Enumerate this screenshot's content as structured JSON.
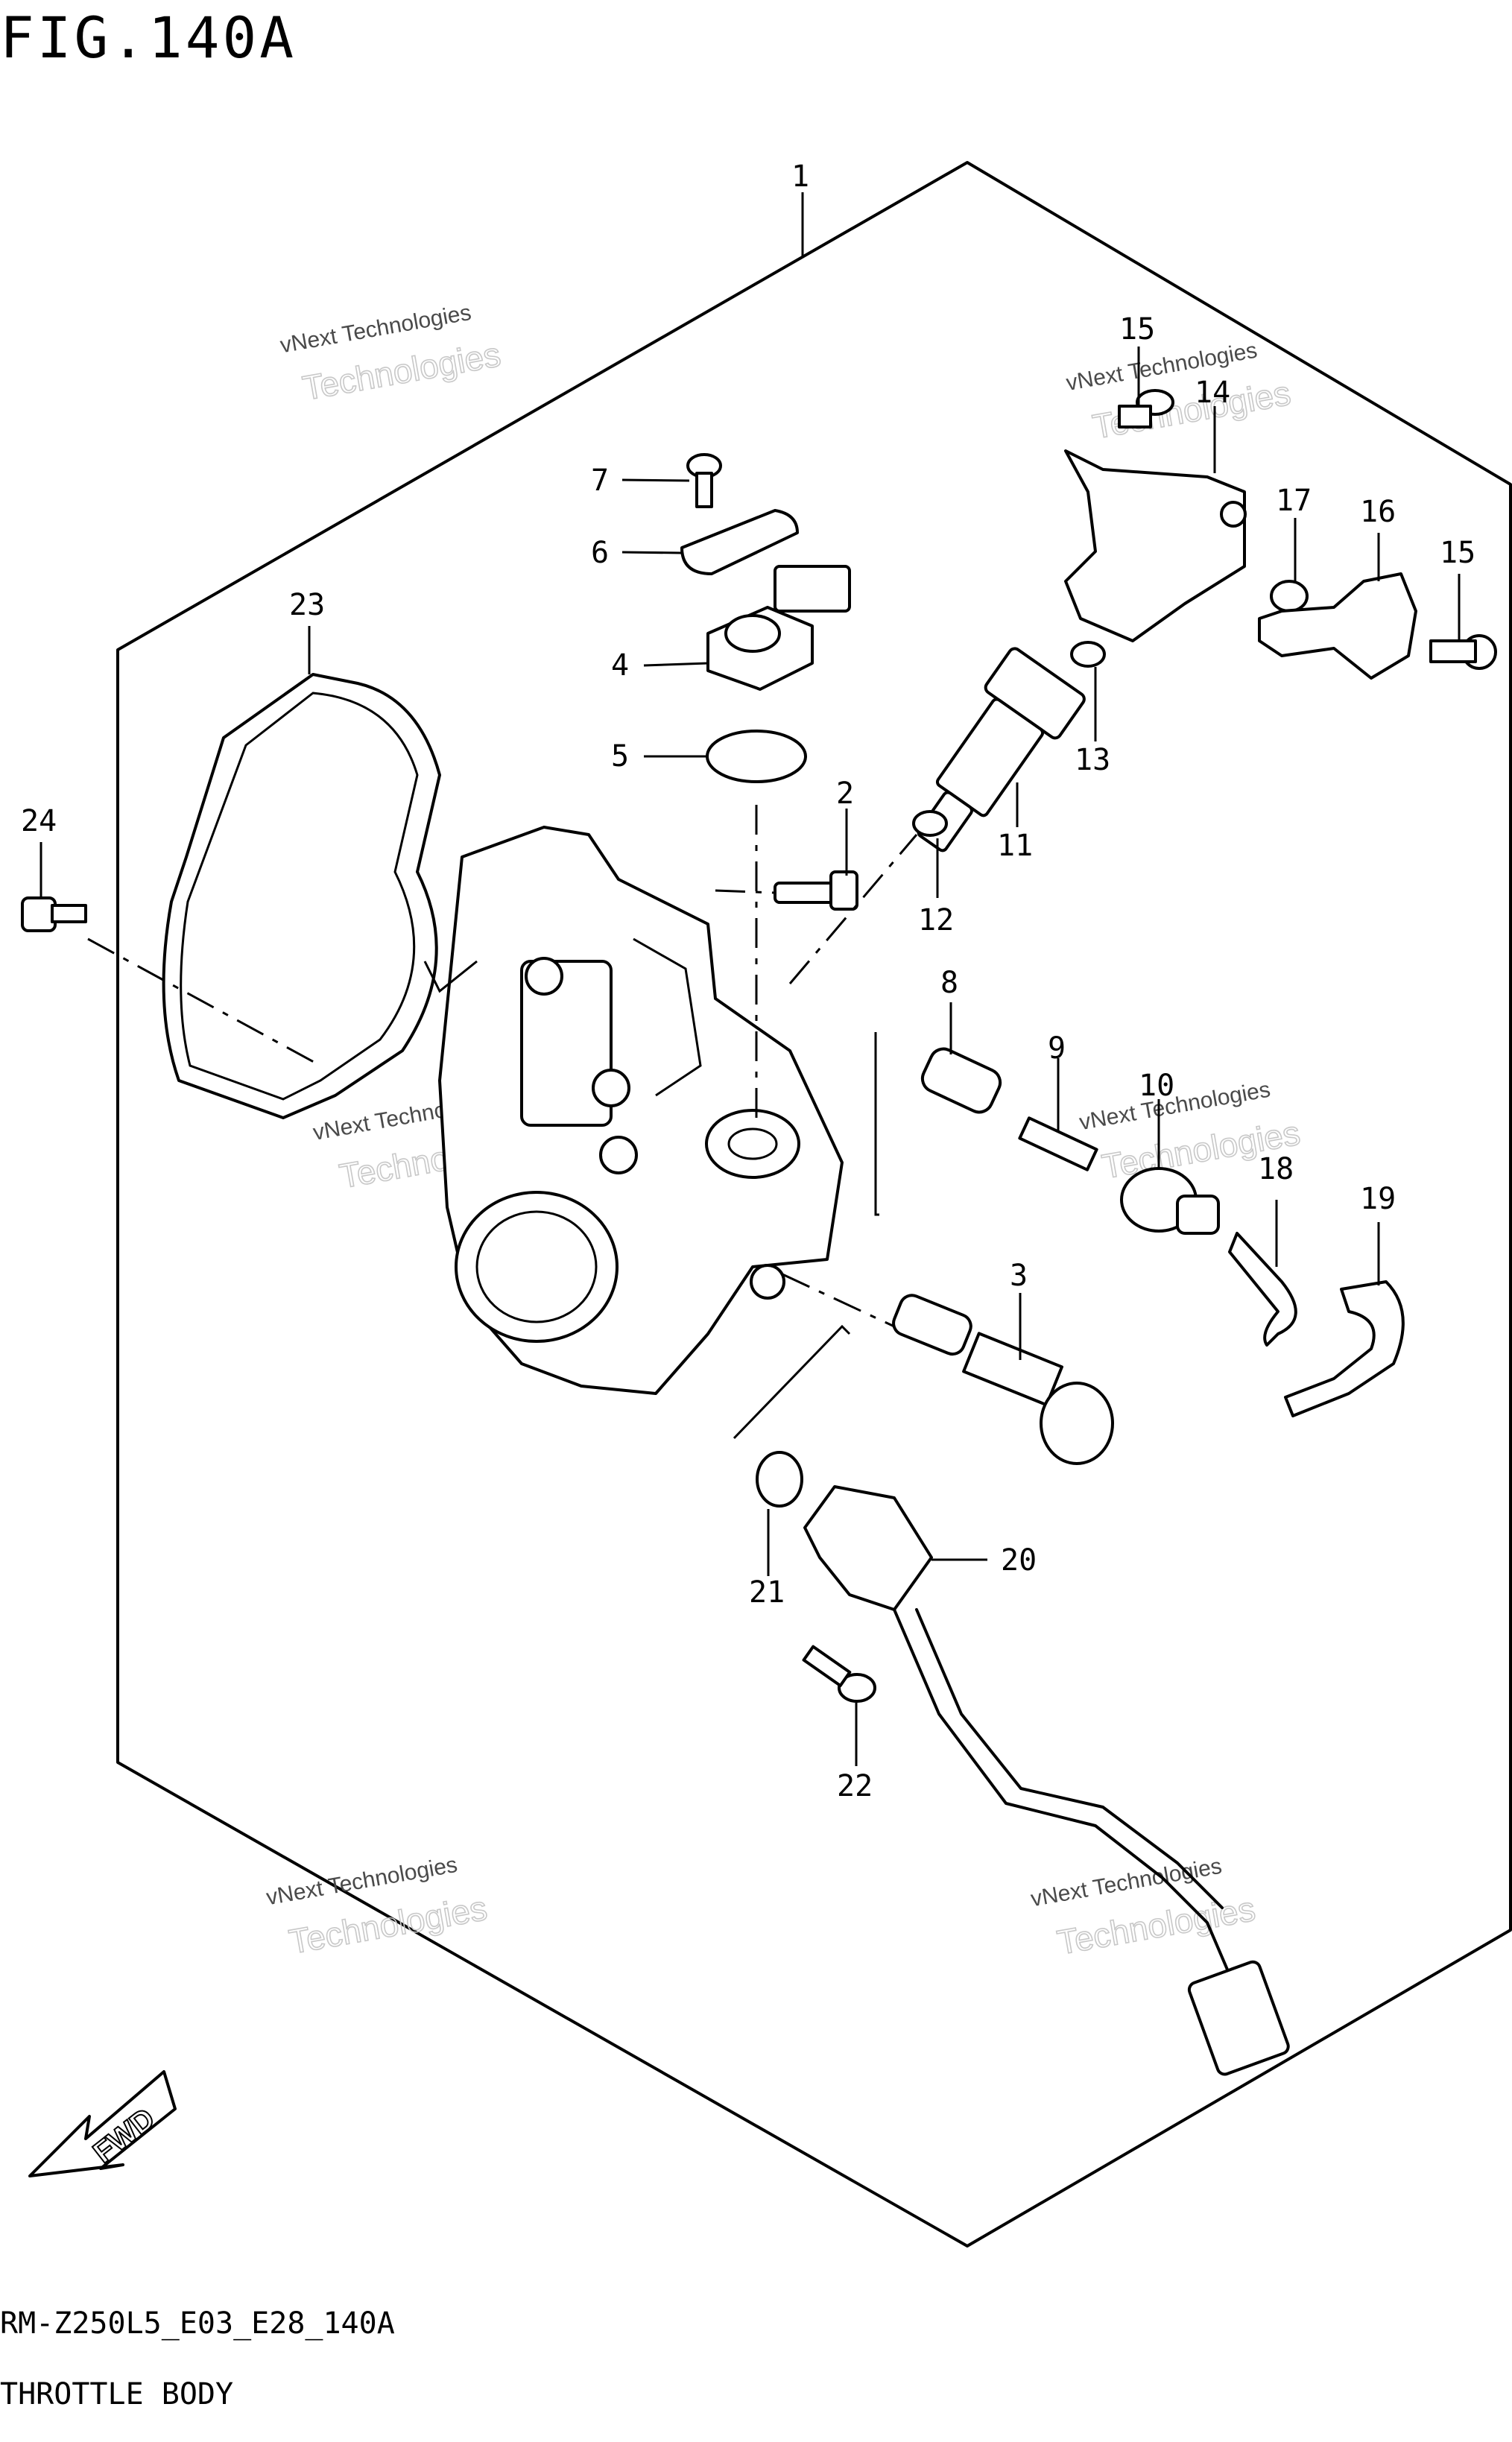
{
  "figure": {
    "title": "FIG.140A",
    "model_code": "RM-Z250L5_E03_E28_140A",
    "caption": "THROTTLE BODY",
    "direction_label": "FWD"
  },
  "watermark": {
    "line1": "vNext Technologies",
    "line2": "Technologies",
    "line3": "vNext"
  },
  "callouts": [
    {
      "id": "c1",
      "label": "1"
    },
    {
      "id": "c2",
      "label": "2"
    },
    {
      "id": "c3",
      "label": "3"
    },
    {
      "id": "c4",
      "label": "4"
    },
    {
      "id": "c5",
      "label": "5"
    },
    {
      "id": "c6",
      "label": "6"
    },
    {
      "id": "c7",
      "label": "7"
    },
    {
      "id": "c8",
      "label": "8"
    },
    {
      "id": "c9",
      "label": "9"
    },
    {
      "id": "c10",
      "label": "10"
    },
    {
      "id": "c11",
      "label": "11"
    },
    {
      "id": "c12",
      "label": "12"
    },
    {
      "id": "c13",
      "label": "13"
    },
    {
      "id": "c14",
      "label": "14"
    },
    {
      "id": "c15a",
      "label": "15"
    },
    {
      "id": "c15b",
      "label": "15"
    },
    {
      "id": "c16",
      "label": "16"
    },
    {
      "id": "c17",
      "label": "17"
    },
    {
      "id": "c18",
      "label": "18"
    },
    {
      "id": "c19",
      "label": "19"
    },
    {
      "id": "c20",
      "label": "20"
    },
    {
      "id": "c21",
      "label": "21"
    },
    {
      "id": "c22",
      "label": "22"
    },
    {
      "id": "c23",
      "label": "23"
    },
    {
      "id": "c24",
      "label": "24"
    }
  ]
}
